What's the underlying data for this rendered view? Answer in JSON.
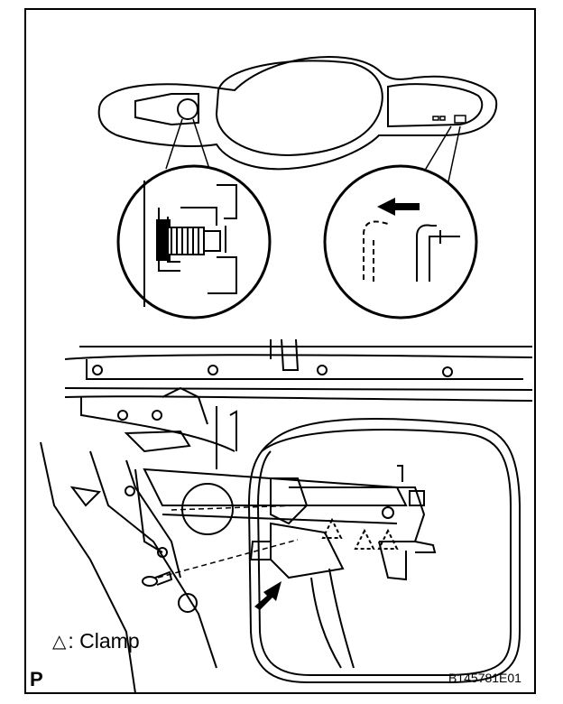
{
  "legend": {
    "symbol": "△",
    "text": ": Clamp"
  },
  "corner_label": "P",
  "figure_code": "B145781E01",
  "icons": {
    "clamp_marker": "triangle-dotted-icon",
    "direction_arrow": "arrow-icon"
  },
  "colors": {
    "ink": "#000000",
    "paper": "#ffffff"
  }
}
